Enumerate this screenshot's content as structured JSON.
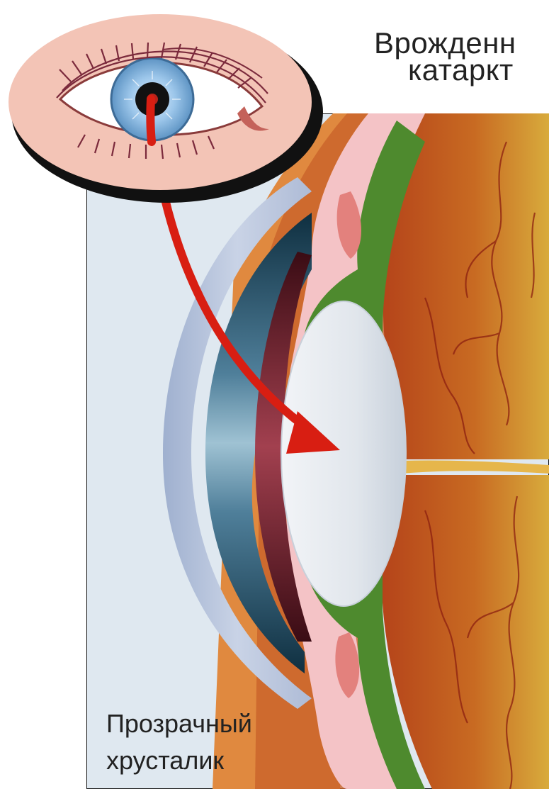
{
  "title": {
    "line1": "Врожденн",
    "line2": "катаркт"
  },
  "lens_label": {
    "line1": "Прозрачный",
    "line2": "хрусталик"
  },
  "colors": {
    "background_panel": "#dfe8f0",
    "cornea": "#b9c6de",
    "iris_dark": "#1d4a60",
    "lens": "#e4e9ee",
    "ciliary_green": "#4e8a2e",
    "sclera_pink": "#f4c3c6",
    "retina_orange": "#c8641e",
    "retina_yellow": "#d9a83a",
    "eyelid_skin": "#f3c4b6",
    "iris_blue": "#8ab7de",
    "arrow_red": "#d81e12"
  }
}
